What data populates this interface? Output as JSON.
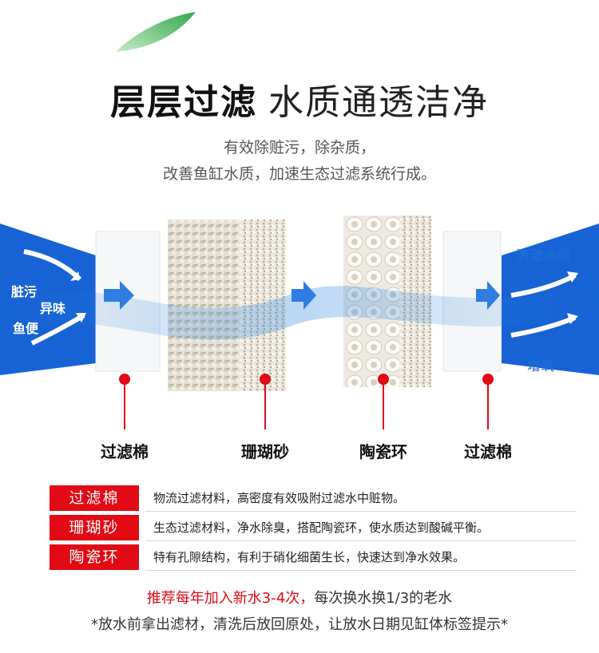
{
  "header": {
    "title_bold": "层层过滤",
    "title_normal": "水质通透洁净",
    "subtitle_line1": "有效除赃污，除杂质，",
    "subtitle_line2": "改善鱼缸水质，加速生态过滤系统行成。"
  },
  "flow": {
    "inlet_labels": [
      "脏污",
      "异味",
      "鱼便"
    ],
    "outlet_labels": [
      "清澈水质",
      "增氧"
    ]
  },
  "media_captions": [
    "过滤棉",
    "珊瑚砂",
    "陶瓷环",
    "过滤棉"
  ],
  "details": [
    {
      "tag": "过滤棉",
      "text": "物流过滤材料，高密度有效吸附过滤水中赃物。"
    },
    {
      "tag": "珊瑚砂",
      "text": "生态过滤材料，净水除臭，搭配陶瓷环，使水质达到酸碱平衡。"
    },
    {
      "tag": "陶瓷环",
      "text": "特有孔隙结构，有利于硝化细菌生长，快速达到净水效果。"
    }
  ],
  "footer": {
    "tip_red": "推荐每年加入新水3-4次，",
    "tip_dark": "每次换水换1/3的老水",
    "note": "*放水前拿出滤材，清洗后放回原处，让放水日期见缸体标签提示*"
  },
  "colors": {
    "accent_red": "#e20a14",
    "flow_blue": "#1f6fd6"
  }
}
